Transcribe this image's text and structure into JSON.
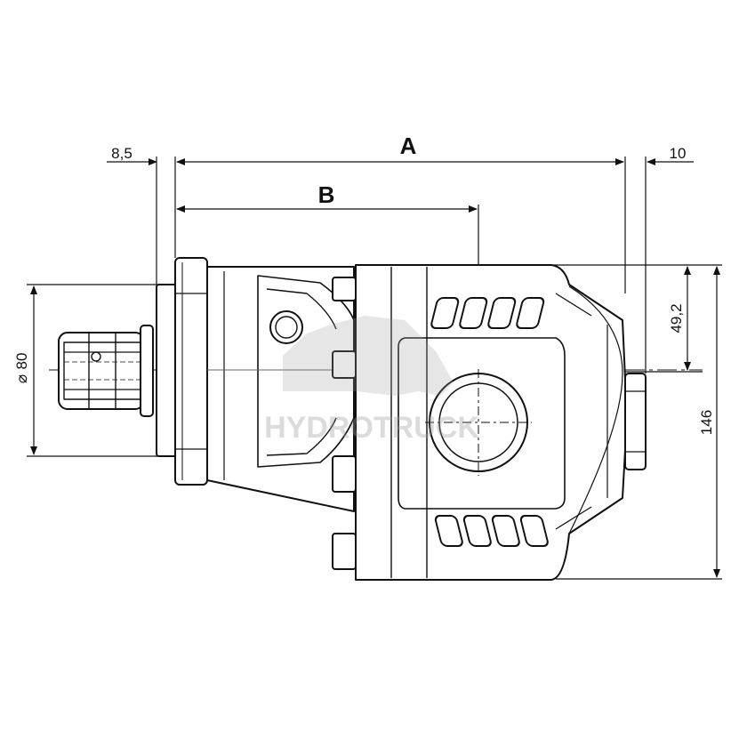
{
  "dimensions": {
    "spline_offset": "8,5",
    "overall_length": "A",
    "port_position": "B",
    "rear_protrusion": "10",
    "shaft_diameter": "80",
    "diameter_symbol": "⌀",
    "port_height": "49,2",
    "overall_height": "146"
  },
  "watermark": {
    "text": "HYDROTRUCK"
  }
}
